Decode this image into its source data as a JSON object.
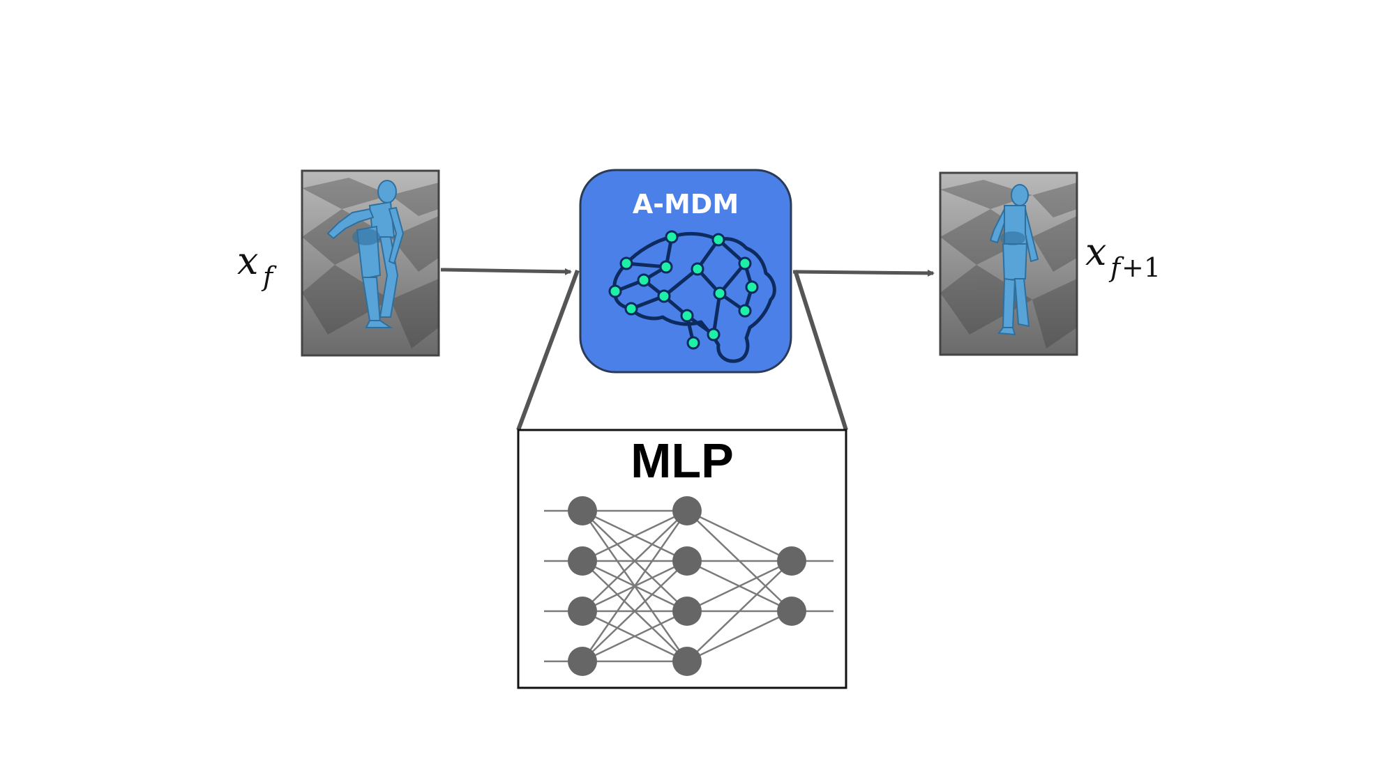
{
  "input_label": {
    "main": "x",
    "sub": "f"
  },
  "output_label": {
    "main": "x",
    "sub_var": "f",
    "sub_rest": "+1"
  },
  "amdm": {
    "title": "A-MDM",
    "icon": "brain-network-icon"
  },
  "mlp": {
    "title": "MLP",
    "icon": "neural-network-icon",
    "layers": [
      4,
      4,
      2
    ]
  },
  "colors": {
    "amdm_fill": "#4a80e8",
    "amdm_stroke": "#2b3a55",
    "brain_line": "#0d2b5e",
    "brain_node": "#1ff0a8",
    "arrow": "#555555",
    "mlp_node": "#666666",
    "mlp_edge": "#7a7a7a",
    "figure_blue": "#58a3d8"
  }
}
